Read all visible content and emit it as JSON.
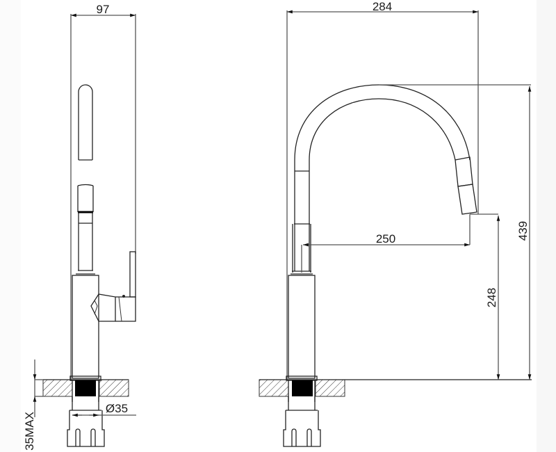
{
  "drawing": {
    "title": "Kitchen faucet dimension drawing",
    "views": [
      {
        "name": "side-view",
        "description": "Side elevation with lever handle"
      },
      {
        "name": "front-view",
        "description": "Front elevation with arched spout"
      }
    ],
    "colors": {
      "line": "#222222",
      "dimension_line": "#555555",
      "background": "#ffffff",
      "fill_black": "#000000"
    }
  },
  "dimensions": {
    "side_width": "97",
    "overall_reach": "284",
    "spout_reach": "250",
    "overall_height": "439",
    "spout_height": "248",
    "mount_diameter": "Ø35",
    "max_deck_thickness": "35MAX"
  }
}
